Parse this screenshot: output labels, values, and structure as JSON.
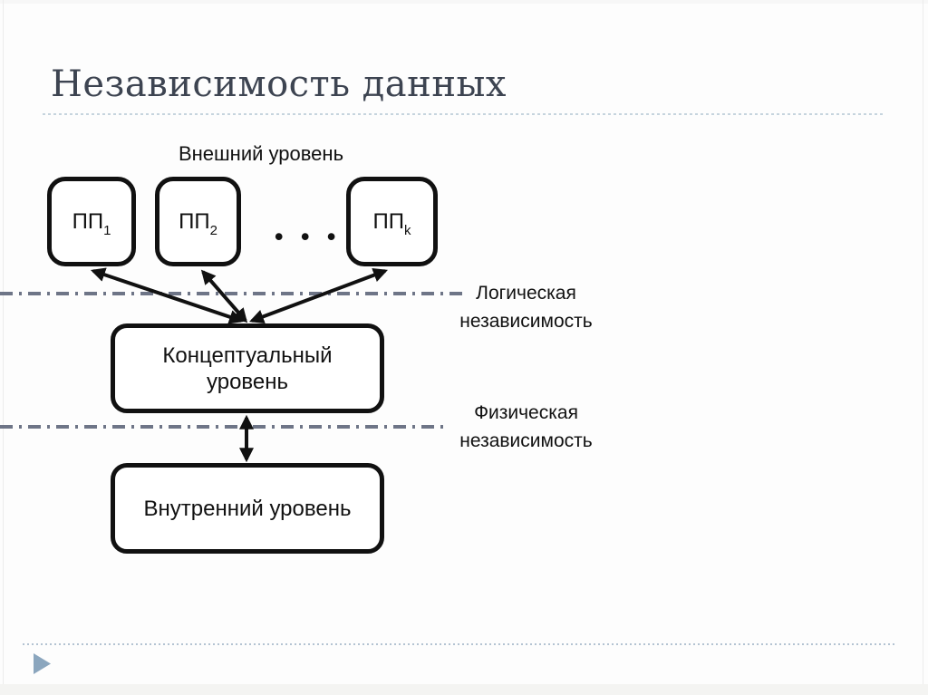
{
  "slide": {
    "title": "Независимость данных",
    "colors": {
      "background": "#fdfdfd",
      "title_text": "#3d4451",
      "title_underline": "#c6d4de",
      "diagram_stroke": "#111111",
      "separator_line": "#6e7587",
      "footer_dotted_line": "#b3c3d2",
      "footer_arrow": "#8ba6be",
      "bottom_strip": "#f4f4f2"
    }
  },
  "diagram": {
    "external_level_label": "Внешний уровень",
    "external_boxes": [
      {
        "base": "ПП",
        "sub": "1"
      },
      {
        "base": "ПП",
        "sub": "2"
      },
      {
        "base": "ПП",
        "sub": "k"
      }
    ],
    "ellipsis": "• • •",
    "separators": [
      {
        "label": "Логическая независимость"
      },
      {
        "label": "Физическая независимость"
      }
    ],
    "conceptual_level_label": "Концептуальный уровень",
    "internal_level_label": "Внутренний уровень"
  },
  "footer": {
    "marker_icon": "right-pointing-triangle"
  }
}
